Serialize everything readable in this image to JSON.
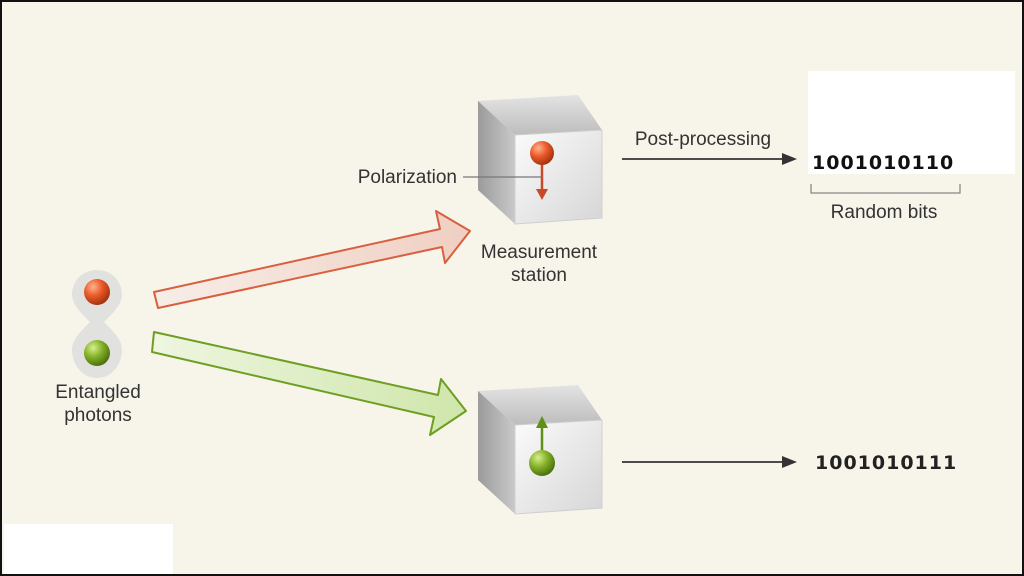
{
  "source": {
    "label_line1": "Entangled",
    "label_line2": "photons"
  },
  "station": {
    "label_line1": "Measurement",
    "label_line2": "station"
  },
  "polarization_label": "Polarization",
  "post_processing_label": "Post-processing",
  "bits_top": "1001010110",
  "bits_bottom": "1001010111",
  "random_bits_label": "Random bits",
  "colors": {
    "background": "#f7f4ea",
    "red_photon": "#e0522a",
    "green_photon": "#79a81c",
    "red_beam": "#f2d7cc",
    "green_beam": "#d9ecbe"
  }
}
